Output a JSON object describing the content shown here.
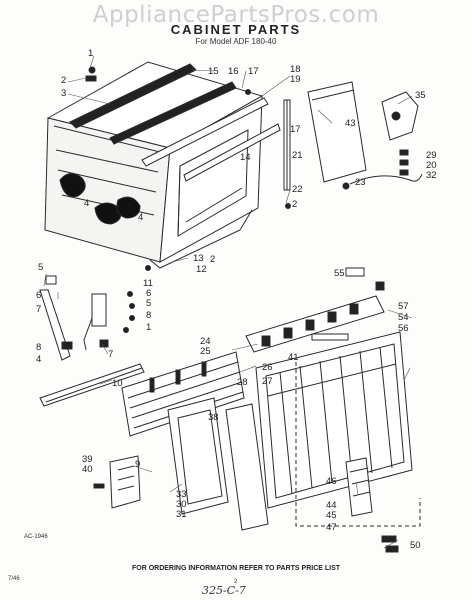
{
  "watermark": "AppliancePartsPros.com",
  "title": "CABINET PARTS",
  "subtitle": "For Model ADF 180-40",
  "callouts": [
    "1",
    "2",
    "3",
    "4",
    "4",
    "5",
    "6",
    "7",
    "8",
    "4",
    "9",
    "10",
    "11",
    "12",
    "13",
    "14",
    "15",
    "16",
    "17",
    "18",
    "19",
    "17",
    "21",
    "22",
    "2",
    "23",
    "24",
    "25",
    "26",
    "27",
    "28",
    "29",
    "20",
    "32",
    "33",
    "30",
    "31",
    "35",
    "38",
    "39",
    "40",
    "41",
    "43",
    "44",
    "45",
    "46",
    "47",
    "50",
    "54",
    "55",
    "56",
    "57",
    "1",
    "6",
    "5",
    "7",
    "2",
    "8"
  ],
  "footer_left_code": "AC-1946",
  "footer_note": "FOR ORDERING INFORMATION REFER TO PARTS PRICE LIST",
  "page_marker": "2",
  "corner_code": "7/46",
  "handwritten": "325-C-7"
}
